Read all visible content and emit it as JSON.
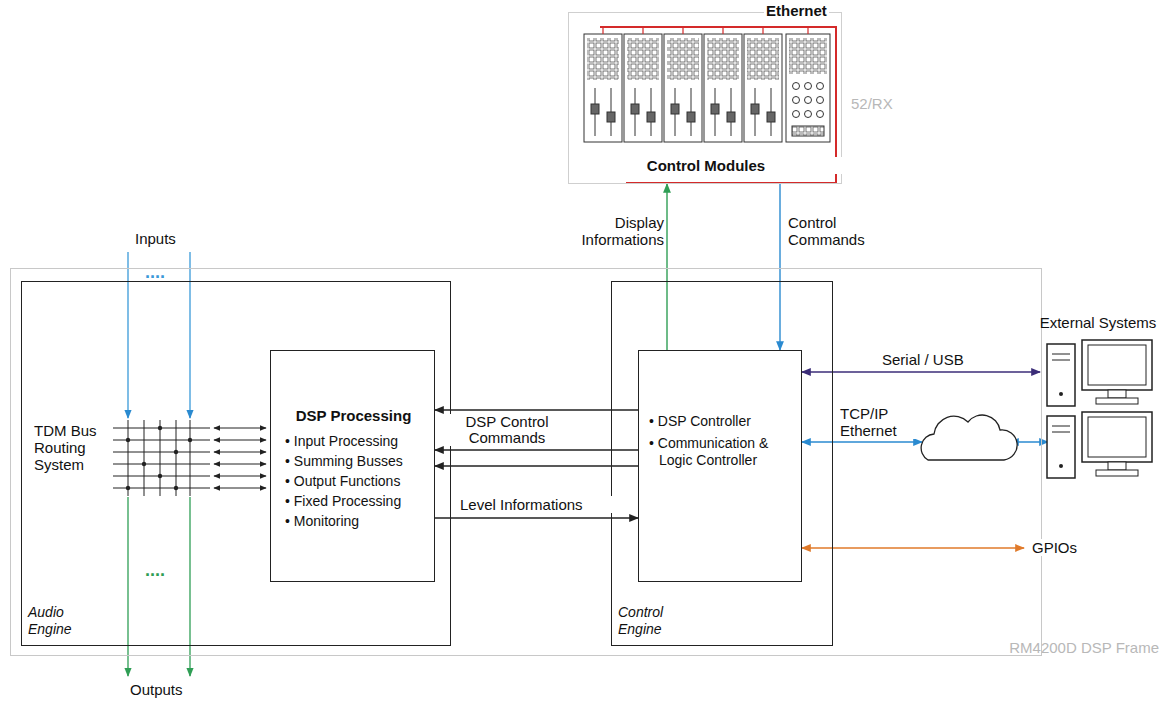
{
  "diagram": {
    "nodes": [
      {
        "text": [
          "RM4200D DSP Frame"
        ]
      },
      {
        "text": [
          "Audio Engine"
        ],
        "in": 0
      },
      {
        "text": [
          "DSP Processing",
          "• Input Processing",
          "• Summing Busses",
          "• Output Functions",
          "• Fixed Processing",
          "• Monitoring"
        ],
        "in": 1
      },
      {
        "text": [
          "Control Engine"
        ],
        "in": 0
      },
      {
        "text": [
          "• DSP Controller",
          "• Communication & Logic Controller"
        ],
        "in": 3
      },
      {
        "text": [
          "Control Modules",
          "52/RX"
        ]
      },
      {
        "text": [
          "External Systems"
        ]
      }
    ],
    "edges": [
      {
        "from": 4,
        "to": 2,
        "arrow": "to",
        "label": "DSP Control Commands"
      },
      {
        "from": 4,
        "to": 2,
        "arrow": "to"
      },
      {
        "from": 4,
        "to": 2,
        "arrow": "to"
      },
      {
        "from": 2,
        "to": 4,
        "arrow": "to",
        "label": "Level Informations"
      },
      {
        "from": 4,
        "to": 5,
        "arrow": "to",
        "label": "Display Informations"
      },
      {
        "from": 5,
        "to": 4,
        "arrow": "to",
        "label": "Control Commands"
      },
      {
        "from": 4,
        "to": 6,
        "arrow": "both",
        "label": "Serial / USB"
      }
    ],
    "labels": [
      "Ethernet",
      "Inputs",
      "....",
      "TDM Bus Routing System",
      "....",
      "Outputs",
      "TCP/IP Ethernet",
      "GPIOs"
    ]
  }
}
